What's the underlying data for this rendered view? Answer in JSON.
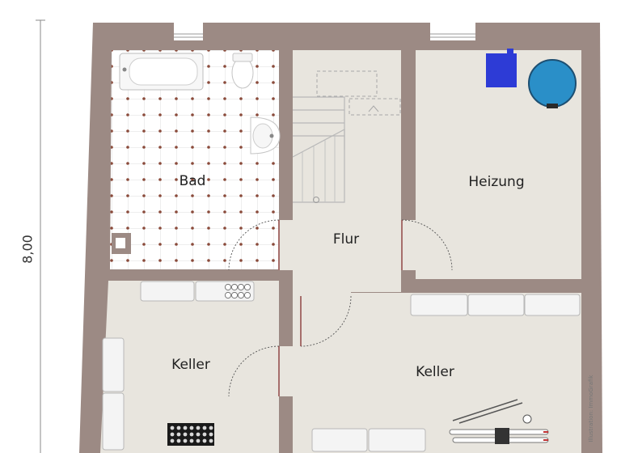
{
  "rooms": {
    "bad": "Bad",
    "flur": "Flur",
    "heizung": "Heizung",
    "keller_left": "Keller",
    "keller_right": "Keller"
  },
  "dimension": {
    "height_label": "8,00"
  },
  "credit": "Illustration: ImmoGrafik",
  "colors": {
    "wall": "#9c8a84",
    "floor": "#e8e5de",
    "tile": "#ffffff",
    "tile_dot": "#8a4a3a",
    "tank": "#2a8fc8",
    "boiler": "#2d3bd6"
  },
  "icons": [
    "bathtub-icon",
    "toilet-icon",
    "sink-icon",
    "boiler-icon",
    "water-tank-icon",
    "staircase-icon",
    "ski-icon",
    "bottle-crate-icon"
  ]
}
